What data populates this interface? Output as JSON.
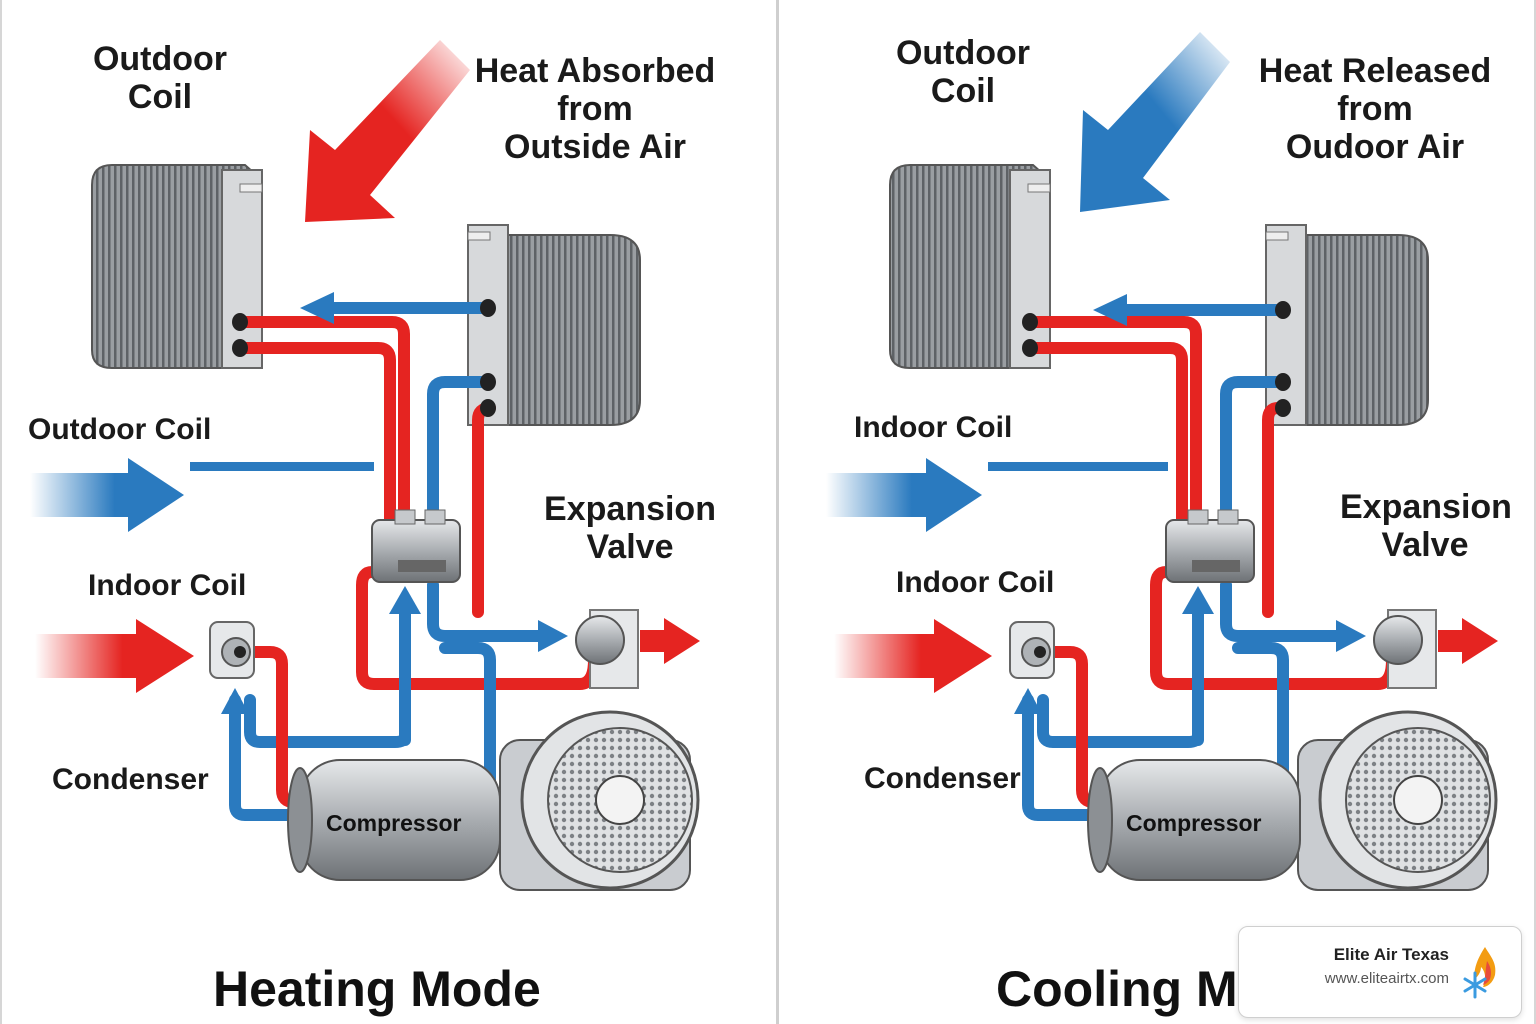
{
  "heating_panel": {
    "top_coil_label": "Outdoor\nCoil",
    "heat_arrow_label": "Heat Absorbed\nfrom\nOutside Air",
    "side_coil_label": "Outdoor Coil",
    "expansion_label": "Expansion\nValve",
    "indoor_label": "Indoor Coil",
    "condenser_label": "Condenser",
    "compressor_label": "Compressor",
    "mode_title": "Heating Mode",
    "heat_arrow_color": "#e52421"
  },
  "cooling_panel": {
    "top_coil_label": "Outdoor\nCoil",
    "heat_arrow_label": "Heat Released\nfrom\nOudoor Air",
    "side_coil_label": "Indoor Coil",
    "expansion_label": "Expansion\nValve",
    "indoor_label": "Indoor Coil",
    "condenser_label": "Condenser",
    "compressor_label": "Compressor",
    "mode_title": "Cooling Mode",
    "heat_arrow_color": "#2a7abf"
  },
  "colors": {
    "hot_line": "#e52421",
    "cold_line": "#2a7abf",
    "metal": "#b8bcc0"
  },
  "badge": {
    "name": "Elite Air Texas",
    "url": "www.eliteairtx.com",
    "logo_icon": "flame-snowflake-icon"
  }
}
